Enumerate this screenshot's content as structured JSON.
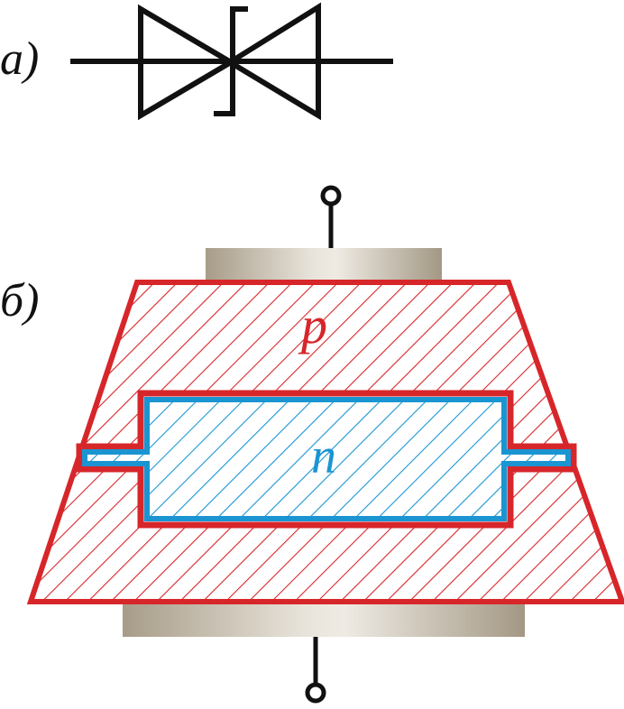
{
  "labels": {
    "part_a": "а)",
    "part_b": "б)",
    "p_region": "p",
    "n_region": "n"
  },
  "colors": {
    "p_region": "#d7262a",
    "n_region": "#1a95d2",
    "contact_metal": "#b3a795",
    "symbol_stroke": "#111111"
  },
  "symbol": {
    "type": "symmetric thyristor (triac/diac) symbol"
  }
}
